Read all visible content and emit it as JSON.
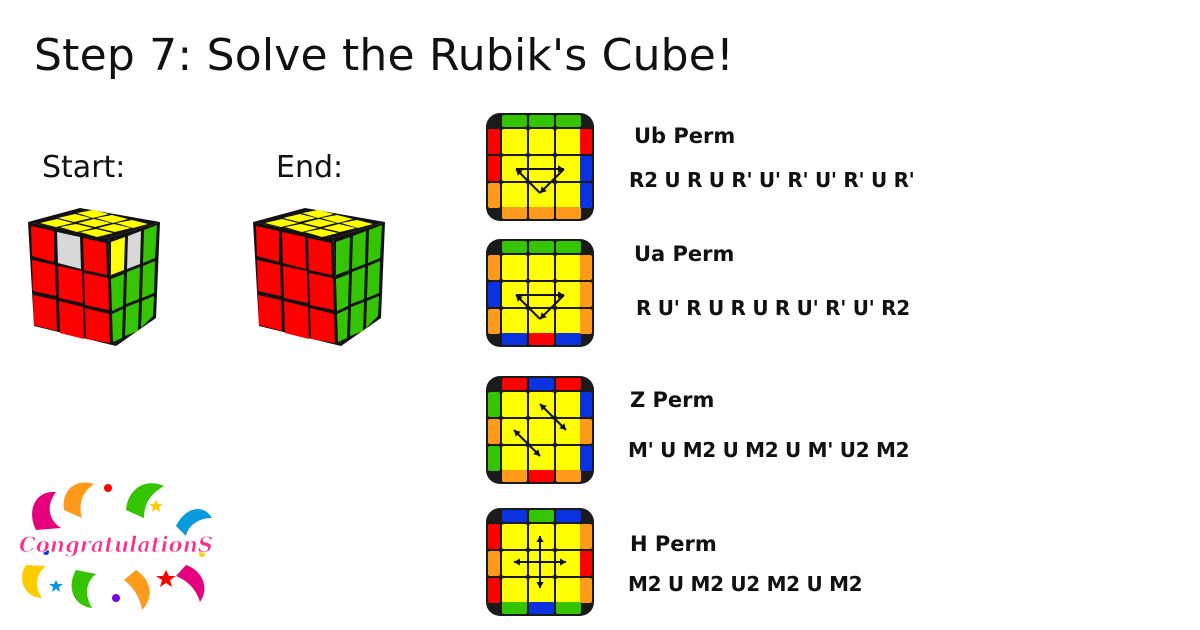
{
  "title": "Step 7: Solve the Rubik's Cube!",
  "start_label": "Start:",
  "end_label": "End:",
  "colors": {
    "yellow": "#ffff00",
    "red": "#ff0000",
    "green": "#34c400",
    "blue": "#0a32e0",
    "orange": "#ff9a1a",
    "white": "#d8d8d8"
  },
  "perms": [
    {
      "name": "Ub Perm",
      "alg": "R2 U R U R' U' R' U' R' U R'"
    },
    {
      "name": "Ua Perm",
      "alg": "R U' R U R U R U' R' U' R2"
    },
    {
      "name": "Z Perm",
      "alg": "M' U M2 U M2 U M' U2 M2"
    },
    {
      "name": "H Perm",
      "alg": "M2 U M2 U2 M2 U M2"
    }
  ],
  "banner_text": "CongratulationS"
}
